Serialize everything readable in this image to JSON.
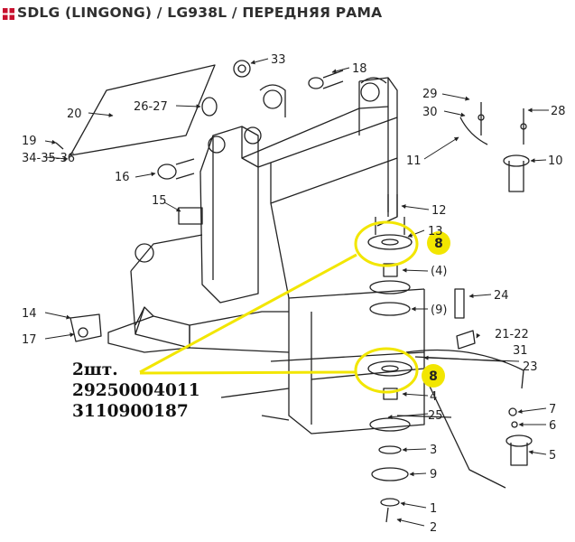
{
  "header": {
    "title": "SDLG (LINGONG) / LG938L / ПЕРЕДНЯЯ РАМА",
    "brand_icon": "square-grid-icon",
    "brand_color": "#c8102e"
  },
  "diagram": {
    "callouts": [
      "1",
      "2",
      "3",
      "4",
      "5",
      "6",
      "7",
      "8",
      "9",
      "10",
      "11",
      "12",
      "13",
      "14",
      "15",
      "16",
      "17",
      "18",
      "19",
      "20",
      "21-22",
      "23",
      "24",
      "25",
      "26-27",
      "28",
      "29",
      "30",
      "31",
      "33",
      "34-35-36"
    ],
    "bracketed_labels": [
      "(4)",
      "(9)"
    ],
    "highlight_label": "8",
    "highlight_color": "#f2e600"
  },
  "note": {
    "quantity": "2шт.",
    "part_number_1": "29250004011",
    "part_number_2": "3110900187"
  }
}
